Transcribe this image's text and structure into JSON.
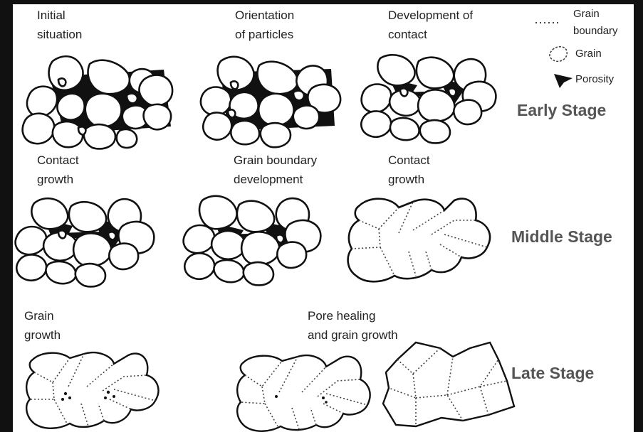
{
  "legend": {
    "grain_boundary": "Grain\nboundary",
    "grain": "Grain",
    "porosity": "Porosity"
  },
  "labels": {
    "initial": "Initial\nsituation",
    "orientation": "Orientation\nof particles",
    "development": "Development of\ncontact",
    "contact_growth_1": "Contact\ngrowth",
    "gb_development": "Grain boundary\ndevelopment",
    "contact_growth_2": "Contact\ngrowth",
    "grain_growth": "Grain\ngrowth",
    "pore_healing": "Pore healing\nand grain growth"
  },
  "stages": {
    "early": "Early Stage",
    "middle": "Middle Stage",
    "late": "Late Stage"
  },
  "colors": {
    "frame": "#111111",
    "paper": "#ffffff",
    "ink": "#111111",
    "stage_text": "#555555"
  }
}
